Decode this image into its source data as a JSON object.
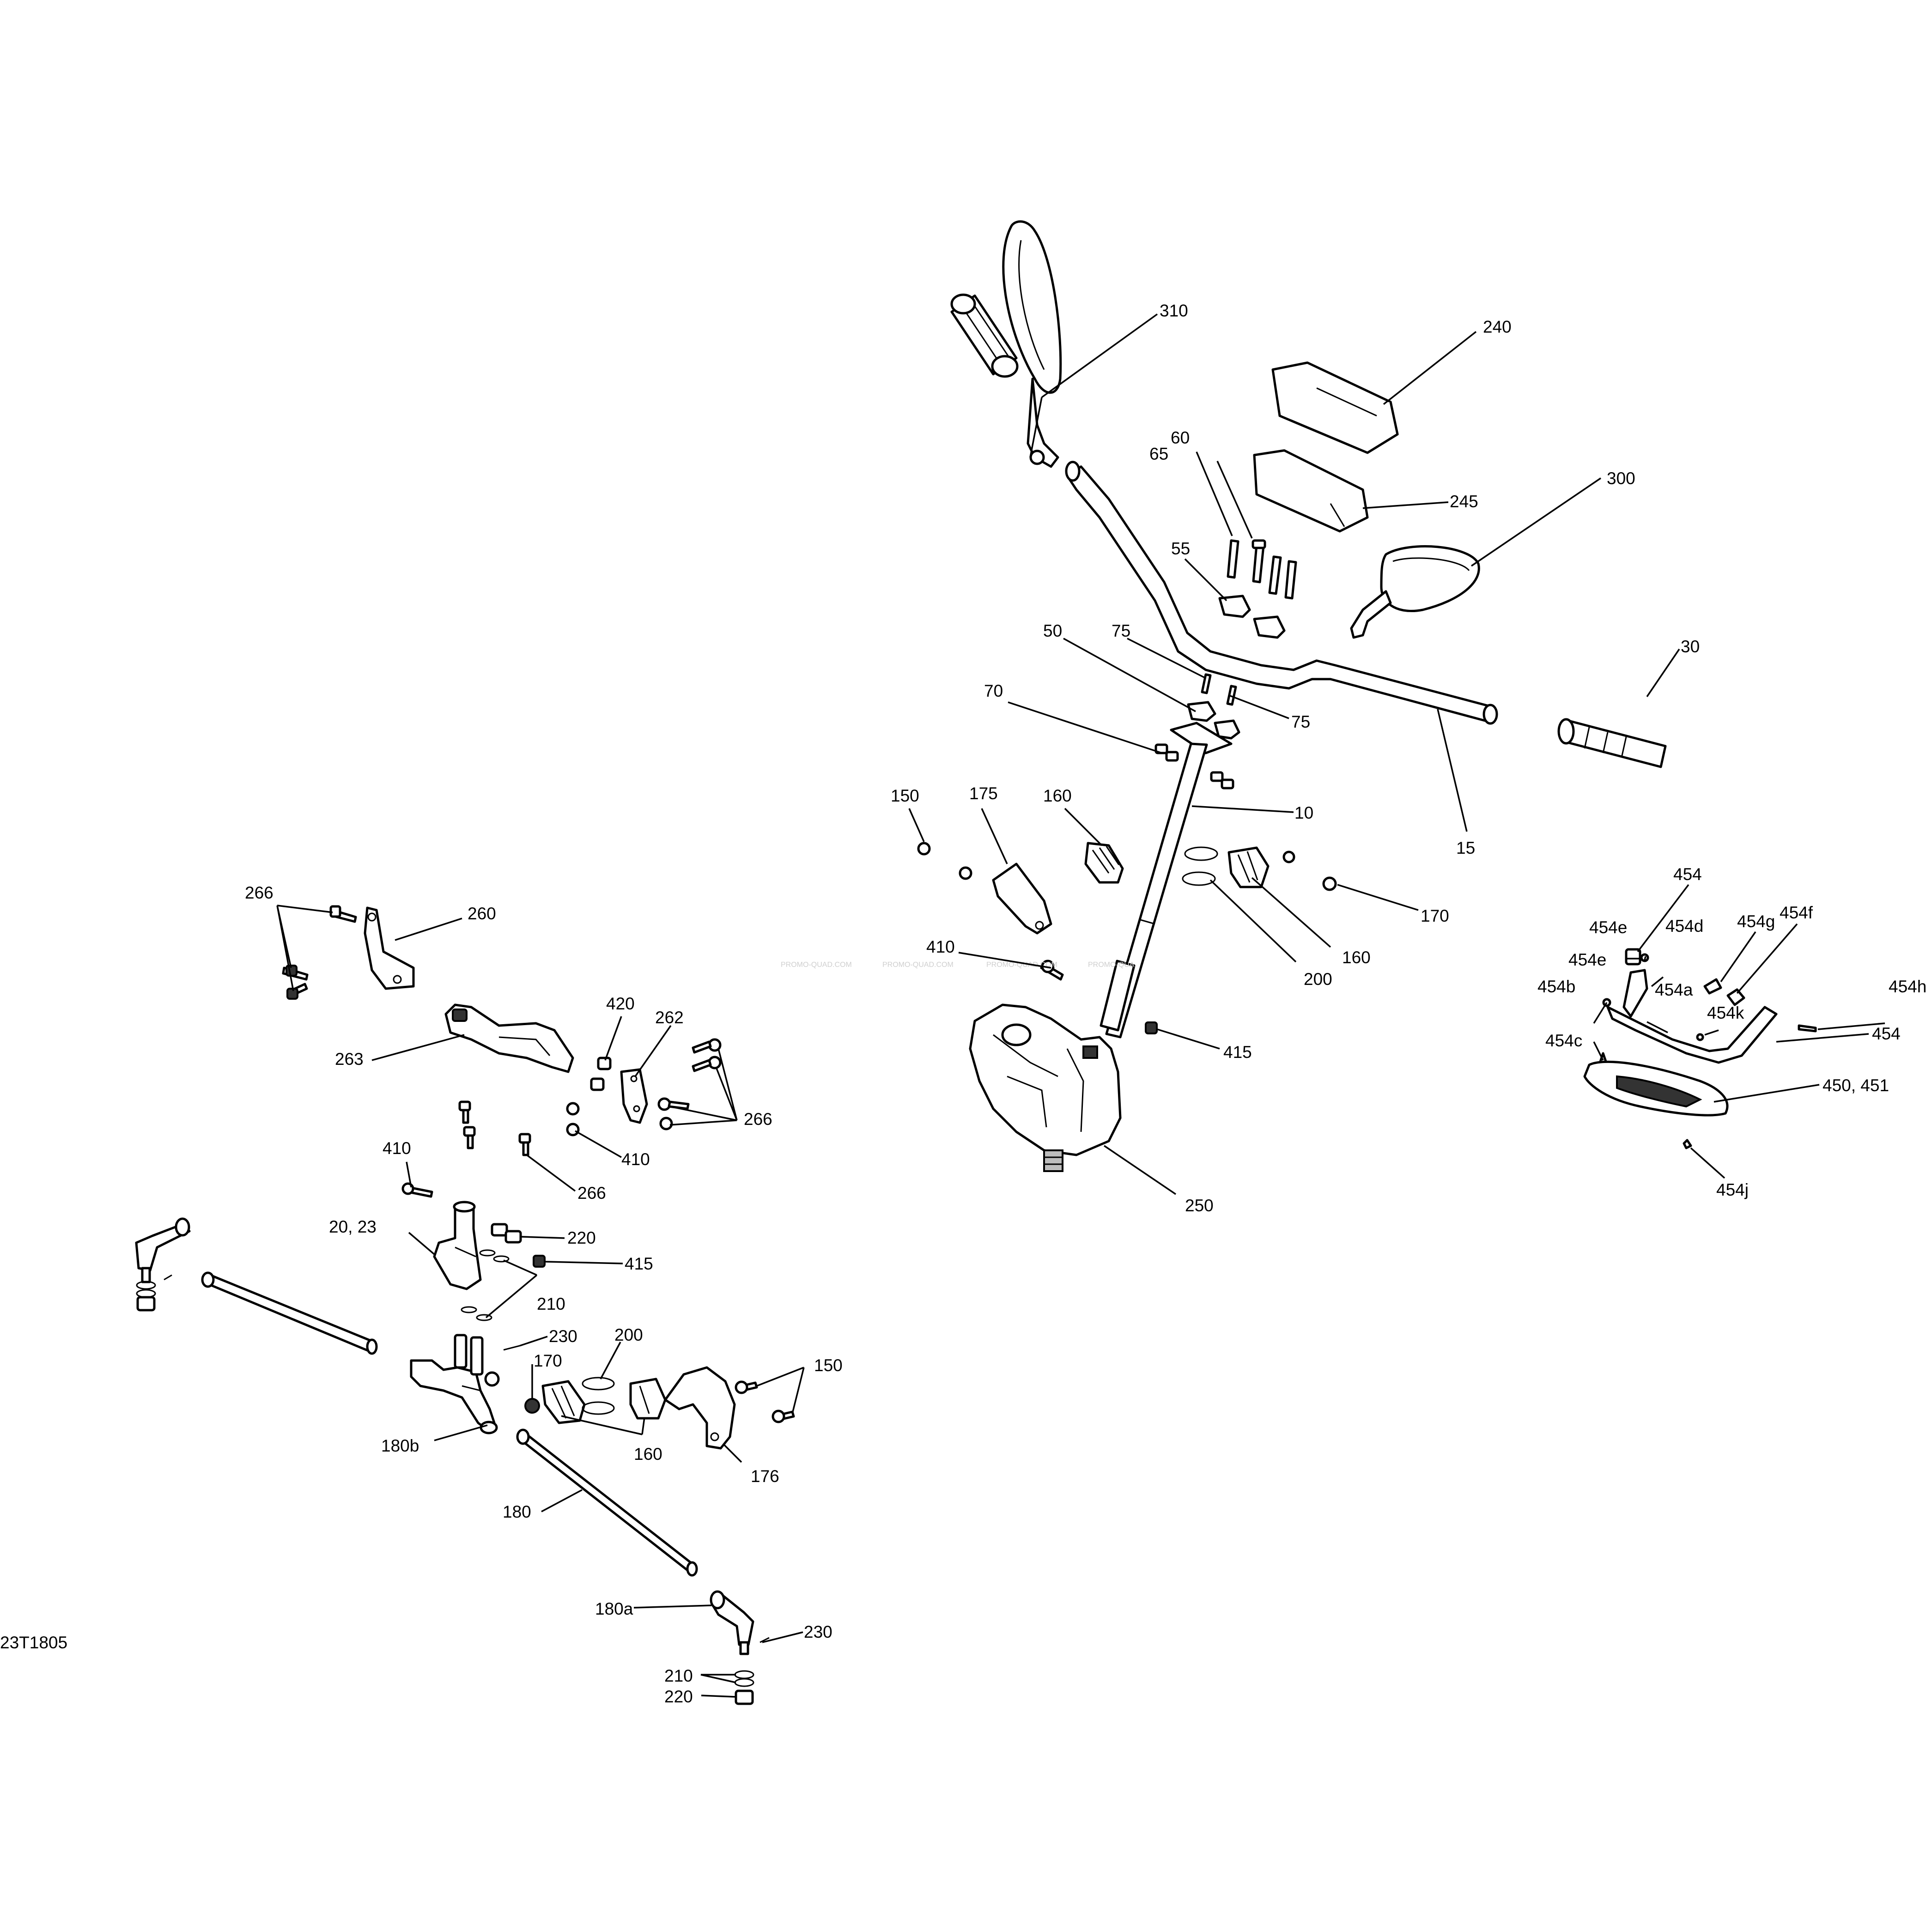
{
  "drawing_code": "23T1805",
  "watermark": [
    "PROMO-QUAD.COM",
    "PROMO-QUAD.COM",
    "PROMO-QUAD.COM",
    "PROMO-QUA"
  ],
  "callouts": {
    "c310": "310",
    "c240": "240",
    "c60": "60",
    "c65": "65",
    "c245": "245",
    "c300": "300",
    "c55": "55",
    "c50": "50",
    "c75a": "75",
    "c30": "30",
    "c70": "70",
    "c75b": "75",
    "c10": "10",
    "c150a": "150",
    "c175": "175",
    "c160a": "160",
    "c15": "15",
    "c170a": "170",
    "c160b": "160",
    "c200a": "200",
    "c410a": "410",
    "c415a": "415",
    "c250": "250",
    "c454": "454",
    "c454g": "454g",
    "c454f": "454f",
    "c454e1": "454e",
    "c454d": "454d",
    "c454e2": "454e",
    "c454b": "454b",
    "c454a": "454a",
    "c454h": "454h",
    "c454k": "454k",
    "c454c": "454c",
    "c454x": "454",
    "c450": "450, 451",
    "c454j": "454j",
    "c266a": "266",
    "c260": "260",
    "c263": "263",
    "c420": "420",
    "c262": "262",
    "c266b": "266",
    "c410b": "410",
    "c410c": "410",
    "c266c": "266",
    "c2023": "20, 23",
    "c220a": "220",
    "c415b": "415",
    "c210a": "210",
    "c230a": "230",
    "c200b": "200",
    "c170b": "170",
    "c150b": "150",
    "c180b": "180b",
    "c160c": "160",
    "c176": "176",
    "c180": "180",
    "c180a": "180a",
    "c230b": "230",
    "c210b": "210",
    "c220b": "220"
  }
}
